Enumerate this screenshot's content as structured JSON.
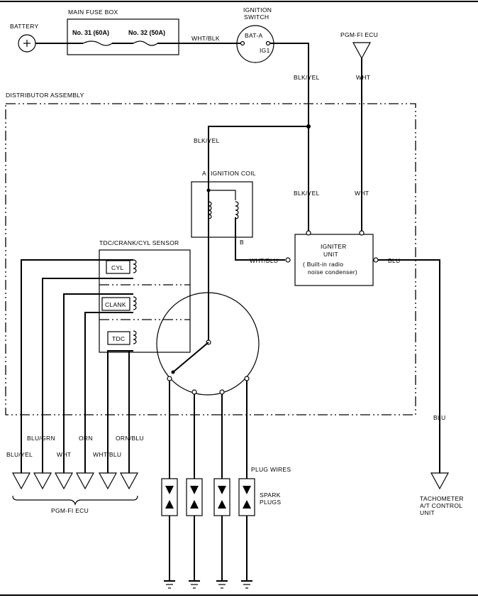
{
  "labels": {
    "battery": "BATTERY",
    "main_fuse_box": "MAIN FUSE BOX",
    "fuse_31": "No. 31 (60A)",
    "fuse_32": "No. 32 (50A)",
    "wht_blk": "WHT/BLK",
    "ignition_switch_1": "IGNITION",
    "ignition_switch_2": "SWITCH",
    "bat_a": "BAT-A",
    "ig1": "IG1",
    "pgmfi_ecu_top": "PGM-FI ECU",
    "wht": "WHT",
    "blk_yel": "BLK/YEL",
    "distributor_assembly": "DISTRIBUTOR ASSEMBLY",
    "coil_a": "A",
    "ignition_coil": "IGNITION COIL",
    "coil_b": "B",
    "sensor_title": "TDC/CRANK/CYL SENSOR",
    "cyl": "CYL",
    "crank": "CLANK",
    "tdc": "TDC",
    "igniter_1": "IGNITER",
    "igniter_2": "UNIT",
    "igniter_3": "( Built-in radio",
    "igniter_4": "noise condenser)",
    "wht_blu": "WHT/BLU",
    "blu": "BLU",
    "blu_yel": "BLU/YEL",
    "blu_grn": "BLU/GRN",
    "orn": "ORN",
    "orn_blu": "ORN/BLU",
    "plug_wires": "PLUG WIRES",
    "spark_1": "SPARK",
    "spark_2": "PLUGS",
    "pgmfi_ecu_bottom": "PGM-FI  ECU",
    "tach_1": "TACHOMETER",
    "tach_2": "A/T CONTROL",
    "tach_3": "UNIT"
  }
}
